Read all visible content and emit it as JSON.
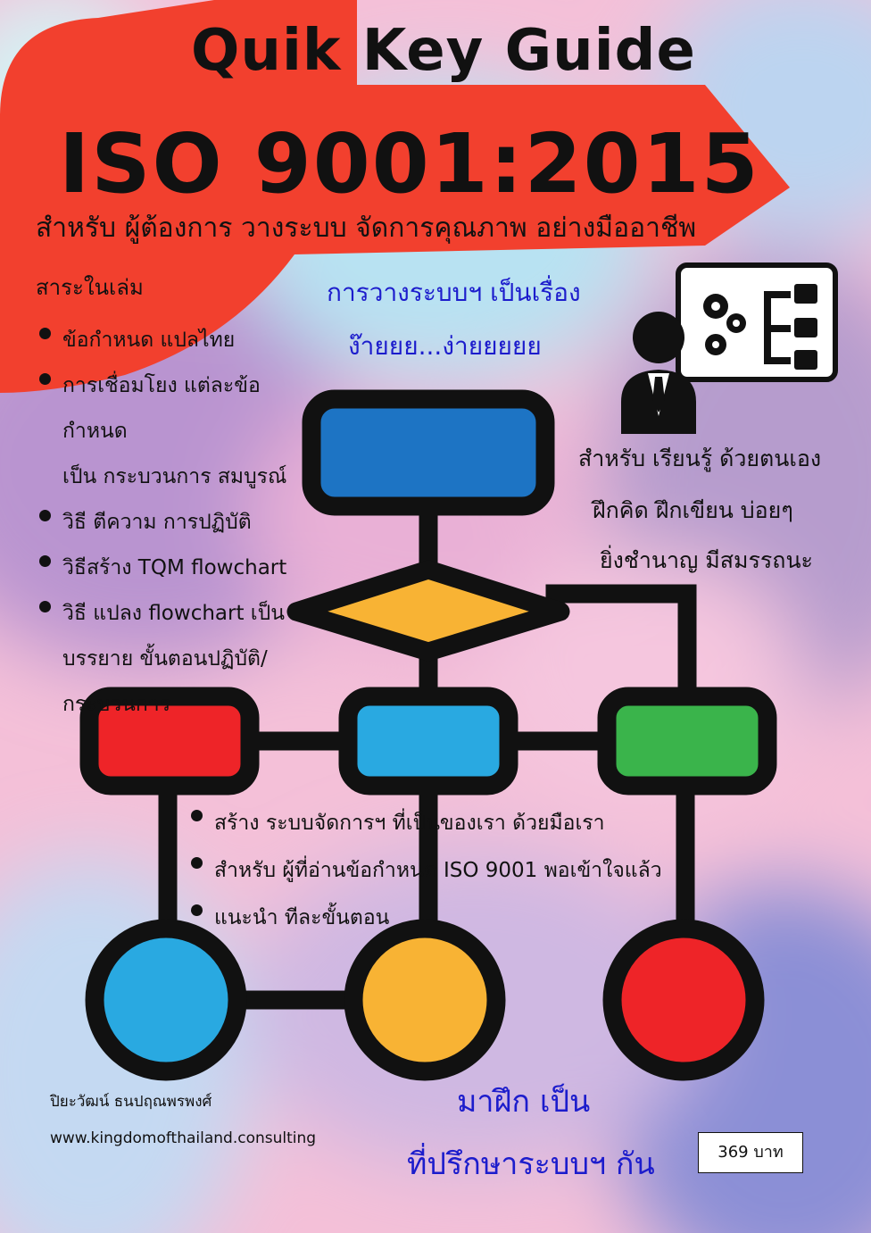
{
  "cover": {
    "title_line1": "Quik Key Guide",
    "title_line2": "ISO 9001:2015",
    "subtitle": "สำหรับ ผู้ต้องการ วางระบบ จัดการคุณภาพ  อย่างมืออาชีพ"
  },
  "tagline": {
    "line1": "การวางระบบฯ เป็นเรื่อง",
    "line2": "ง๊ายยย...ง่ายยยยย"
  },
  "contents": {
    "heading": "สาระในเล่ม",
    "items": [
      {
        "lines": [
          "ข้อกำหนด แปลไทย"
        ]
      },
      {
        "lines": [
          "การเชื่อมโยง แต่ละข้อกำหนด",
          "เป็น กระบวนการ สมบูรณ์"
        ]
      },
      {
        "lines": [
          "วิธี ตีความ การปฏิบัติ"
        ]
      },
      {
        "lines": [
          "วิธีสร้าง TQM flowchart"
        ]
      },
      {
        "lines": [
          "วิธี แปลง flowchart เป็น",
          "บรรยาย ขั้นตอนปฏิบัติ/",
          "กระบวนการ"
        ]
      }
    ]
  },
  "right_text": {
    "line1": "สำหรับ เรียนรู้ ด้วยตนเอง",
    "line2": "ฝึกคิด ฝึกเขียน บ่อยๆ",
    "line3": "ยิ่งชำนาญ มีสมรรถนะ"
  },
  "bottom_list": [
    "สร้าง ระบบจัดการฯ ที่เป็นของเรา ด้วยมือเรา",
    "สำหรับ ผู้ที่อ่านข้อกำหนด  ISO 9001 พอเข้าใจแล้ว",
    "แนะนำ ทีละขั้นตอน"
  ],
  "footer": {
    "author": "ปิยะวัฒน์ ธนปฤณพรพงศ์",
    "url": "www.kingdomofthailand.consulting",
    "cta_line1": "มาฝึก เป็น",
    "cta_line2": "ที่ปรึกษาระบบฯ กัน",
    "price": "369 บาท"
  },
  "icons": [
    "person-icon",
    "gear-icon",
    "checklist-icon",
    "flowchart-diagram"
  ],
  "colors": {
    "accent_red": "#f2402e",
    "flow_blue": "#1d74c4",
    "flow_orange": "#f8b334",
    "flow_red": "#ee2428",
    "flow_lightblue": "#29a9e1",
    "flow_green": "#3ab44b",
    "text_blue": "#1c1ccc"
  }
}
